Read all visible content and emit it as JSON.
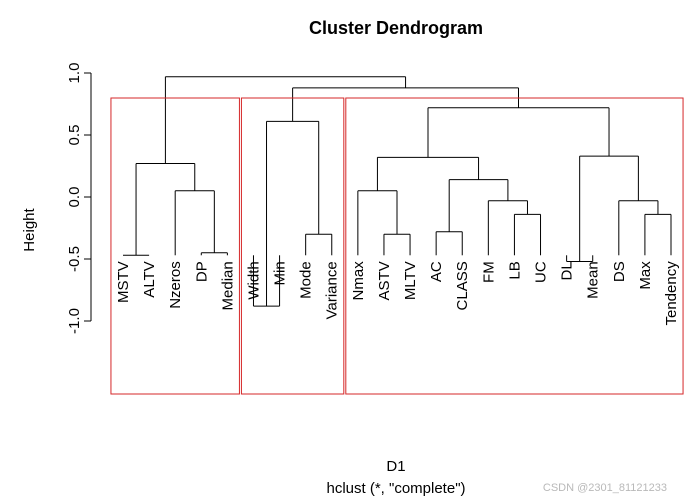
{
  "chart_data": {
    "type": "dendrogram",
    "title": "Cluster Dendrogram",
    "ylabel": "Height",
    "xlabel": "D1",
    "sub": "hclust (*, \"complete\")",
    "ylim": [
      -1.0,
      1.0
    ],
    "y_ticks": [
      -1.0,
      -0.5,
      0.0,
      0.5,
      1.0
    ],
    "y_tick_labels": [
      "-1.0",
      "-0.5",
      "0.0",
      "0.5",
      "1.0"
    ],
    "leaf_label_height": -0.47,
    "leaves": [
      "MSTV",
      "ALTV",
      "Nzeros",
      "DP",
      "Median",
      "Width",
      "Min",
      "Mode",
      "Variance",
      "Nmax",
      "ASTV",
      "MLTV",
      "AC",
      "CLASS",
      "FM",
      "LB",
      "UC",
      "DL",
      "Mean",
      "DS",
      "Max",
      "Tendency"
    ],
    "merges": [
      {
        "id": "m1",
        "left": "MSTV",
        "right": "ALTV",
        "height": -0.47
      },
      {
        "id": "m2",
        "left": "DP",
        "right": "Median",
        "height": -0.45
      },
      {
        "id": "m3",
        "left": "Nzeros",
        "right": "m2",
        "height": 0.05
      },
      {
        "id": "m4",
        "left": "m1",
        "right": "m3",
        "height": 0.27
      },
      {
        "id": "m5",
        "left": "Width",
        "right": "Min",
        "height": -0.88
      },
      {
        "id": "m6",
        "left": "Mode",
        "right": "Variance",
        "height": -0.3
      },
      {
        "id": "m7",
        "left": "m5",
        "right": "m6",
        "height": 0.61
      },
      {
        "id": "m8",
        "left": "ASTV",
        "right": "MLTV",
        "height": -0.3
      },
      {
        "id": "m9",
        "left": "Nmax",
        "right": "m8",
        "height": 0.05
      },
      {
        "id": "m10",
        "left": "AC",
        "right": "CLASS",
        "height": -0.28
      },
      {
        "id": "m11",
        "left": "LB",
        "right": "UC",
        "height": -0.14
      },
      {
        "id": "m12",
        "left": "FM",
        "right": "m11",
        "height": -0.03
      },
      {
        "id": "m13",
        "left": "m10",
        "right": "m12",
        "height": 0.14
      },
      {
        "id": "m14",
        "left": "m9",
        "right": "m13",
        "height": 0.32
      },
      {
        "id": "m15",
        "left": "DL",
        "right": "Mean",
        "height": -0.52
      },
      {
        "id": "m16",
        "left": "Max",
        "right": "Tendency",
        "height": -0.14
      },
      {
        "id": "m17",
        "left": "DS",
        "right": "m16",
        "height": -0.03
      },
      {
        "id": "m18",
        "left": "m15",
        "right": "m17",
        "height": 0.33
      },
      {
        "id": "m19",
        "left": "m14",
        "right": "m18",
        "height": 0.72
      },
      {
        "id": "m20",
        "left": "m7",
        "right": "m19",
        "height": 0.88
      },
      {
        "id": "m21",
        "left": "m4",
        "right": "m20",
        "height": 0.97
      }
    ],
    "cluster_boxes": [
      {
        "first": "MSTV",
        "last": "Median"
      },
      {
        "first": "Width",
        "last": "Variance"
      },
      {
        "first": "Nmax",
        "last": "Tendency"
      }
    ],
    "colors": {
      "tree": "#000000",
      "box": "#d62728"
    }
  },
  "watermark": "CSDN @2301_81121233"
}
